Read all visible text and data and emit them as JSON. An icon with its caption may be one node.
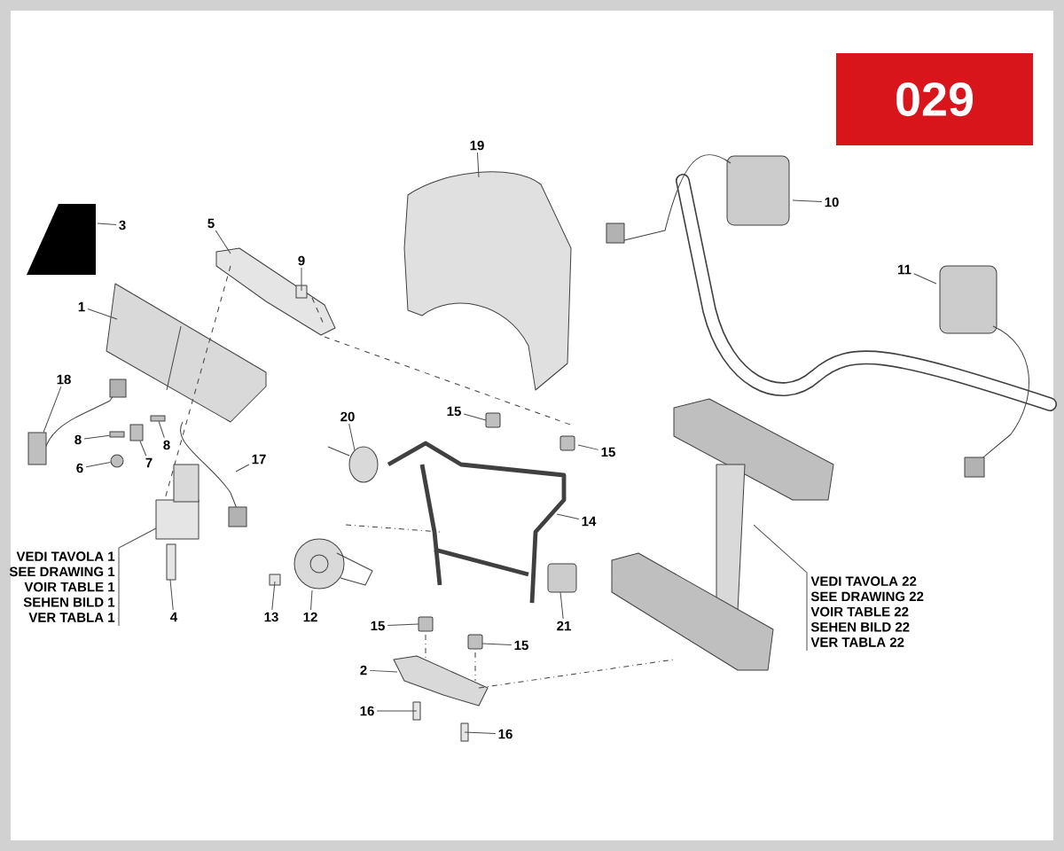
{
  "diagram": {
    "nodes": [
      {
        "text": [
          "029"
        ]
      },
      {
        "text": [
          "19"
        ]
      },
      {
        "text": [
          "10"
        ]
      },
      {
        "text": [
          "3"
        ]
      },
      {
        "text": [
          "5"
        ]
      },
      {
        "text": [
          "9"
        ]
      },
      {
        "text": [
          "11"
        ]
      },
      {
        "text": [
          "1"
        ]
      },
      {
        "text": [
          "18"
        ]
      },
      {
        "text": [
          "15"
        ]
      },
      {
        "text": [
          "20"
        ]
      },
      {
        "text": [
          "8"
        ]
      },
      {
        "text": [
          "8"
        ]
      },
      {
        "text": [
          "15"
        ]
      },
      {
        "text": [
          "17"
        ]
      },
      {
        "text": [
          "7"
        ]
      },
      {
        "text": [
          "6"
        ]
      },
      {
        "text": [
          "14"
        ]
      },
      {
        "text": [
          "VEDI TAVOLA 1",
          "SEE DRAWING 1",
          "VOIR TABLE 1",
          "SEHEN BILD 1",
          "VER TABLA 1"
        ]
      },
      {
        "text": [
          "VEDI TAVOLA 22",
          "SEE DRAWING 22",
          "VOIR TABLE 22",
          "SEHEN BILD 22",
          "VER TABLA 22"
        ]
      },
      {
        "text": [
          "4"
        ]
      },
      {
        "text": [
          "13"
        ]
      },
      {
        "text": [
          "12"
        ]
      },
      {
        "text": [
          "15"
        ]
      },
      {
        "text": [
          "21"
        ]
      },
      {
        "text": [
          "15"
        ]
      },
      {
        "text": [
          "2"
        ]
      },
      {
        "text": [
          "16"
        ]
      },
      {
        "text": [
          "16"
        ]
      },
      {
        "text": [],
        "shape": "box"
      },
      {
        "text": [],
        "shape": "bar"
      },
      {
        "text": [],
        "shape": "bar"
      },
      {
        "text": [],
        "shape": "box"
      },
      {
        "text": [],
        "shape": "circle"
      }
    ],
    "edges": [
      {
        "from": 1,
        "to": null,
        "arrow": "none"
      },
      {
        "from": 2,
        "to": null,
        "arrow": "none"
      },
      {
        "from": 3,
        "to": null,
        "arrow": "none"
      },
      {
        "from": 4,
        "to": null,
        "arrow": "none"
      },
      {
        "from": 5,
        "to": null,
        "arrow": "none"
      },
      {
        "from": 6,
        "to": null,
        "arrow": "none"
      },
      {
        "from": 7,
        "to": null,
        "arrow": "none"
      },
      {
        "from": 8,
        "to": 29,
        "arrow": "none"
      },
      {
        "from": 9,
        "to": null,
        "arrow": "none"
      },
      {
        "from": 10,
        "to": null,
        "arrow": "none"
      },
      {
        "from": 11,
        "to": 30,
        "arrow": "none"
      },
      {
        "from": 12,
        "to": 31,
        "arrow": "none"
      },
      {
        "from": 13,
        "to": null,
        "arrow": "none"
      },
      {
        "from": 14,
        "to": null,
        "arrow": "none"
      },
      {
        "from": 15,
        "to": 32,
        "arrow": "none"
      },
      {
        "from": 16,
        "to": 33,
        "arrow": "none"
      },
      {
        "from": 17,
        "to": null,
        "arrow": "none"
      },
      {
        "from": 18,
        "to": null,
        "arrow": "none"
      },
      {
        "from": 19,
        "to": null,
        "arrow": "none"
      },
      {
        "from": 20,
        "to": null,
        "arrow": "none"
      },
      {
        "from": 21,
        "to": null,
        "arrow": "none"
      },
      {
        "from": 22,
        "to": null,
        "arrow": "none"
      },
      {
        "from": 23,
        "to": null,
        "arrow": "none"
      },
      {
        "from": 24,
        "to": null,
        "arrow": "none"
      },
      {
        "from": 25,
        "to": null,
        "arrow": "none"
      },
      {
        "from": 26,
        "to": null,
        "arrow": "none"
      },
      {
        "from": 27,
        "to": null,
        "arrow": "none"
      },
      {
        "from": 28,
        "to": null,
        "arrow": "none"
      }
    ]
  }
}
